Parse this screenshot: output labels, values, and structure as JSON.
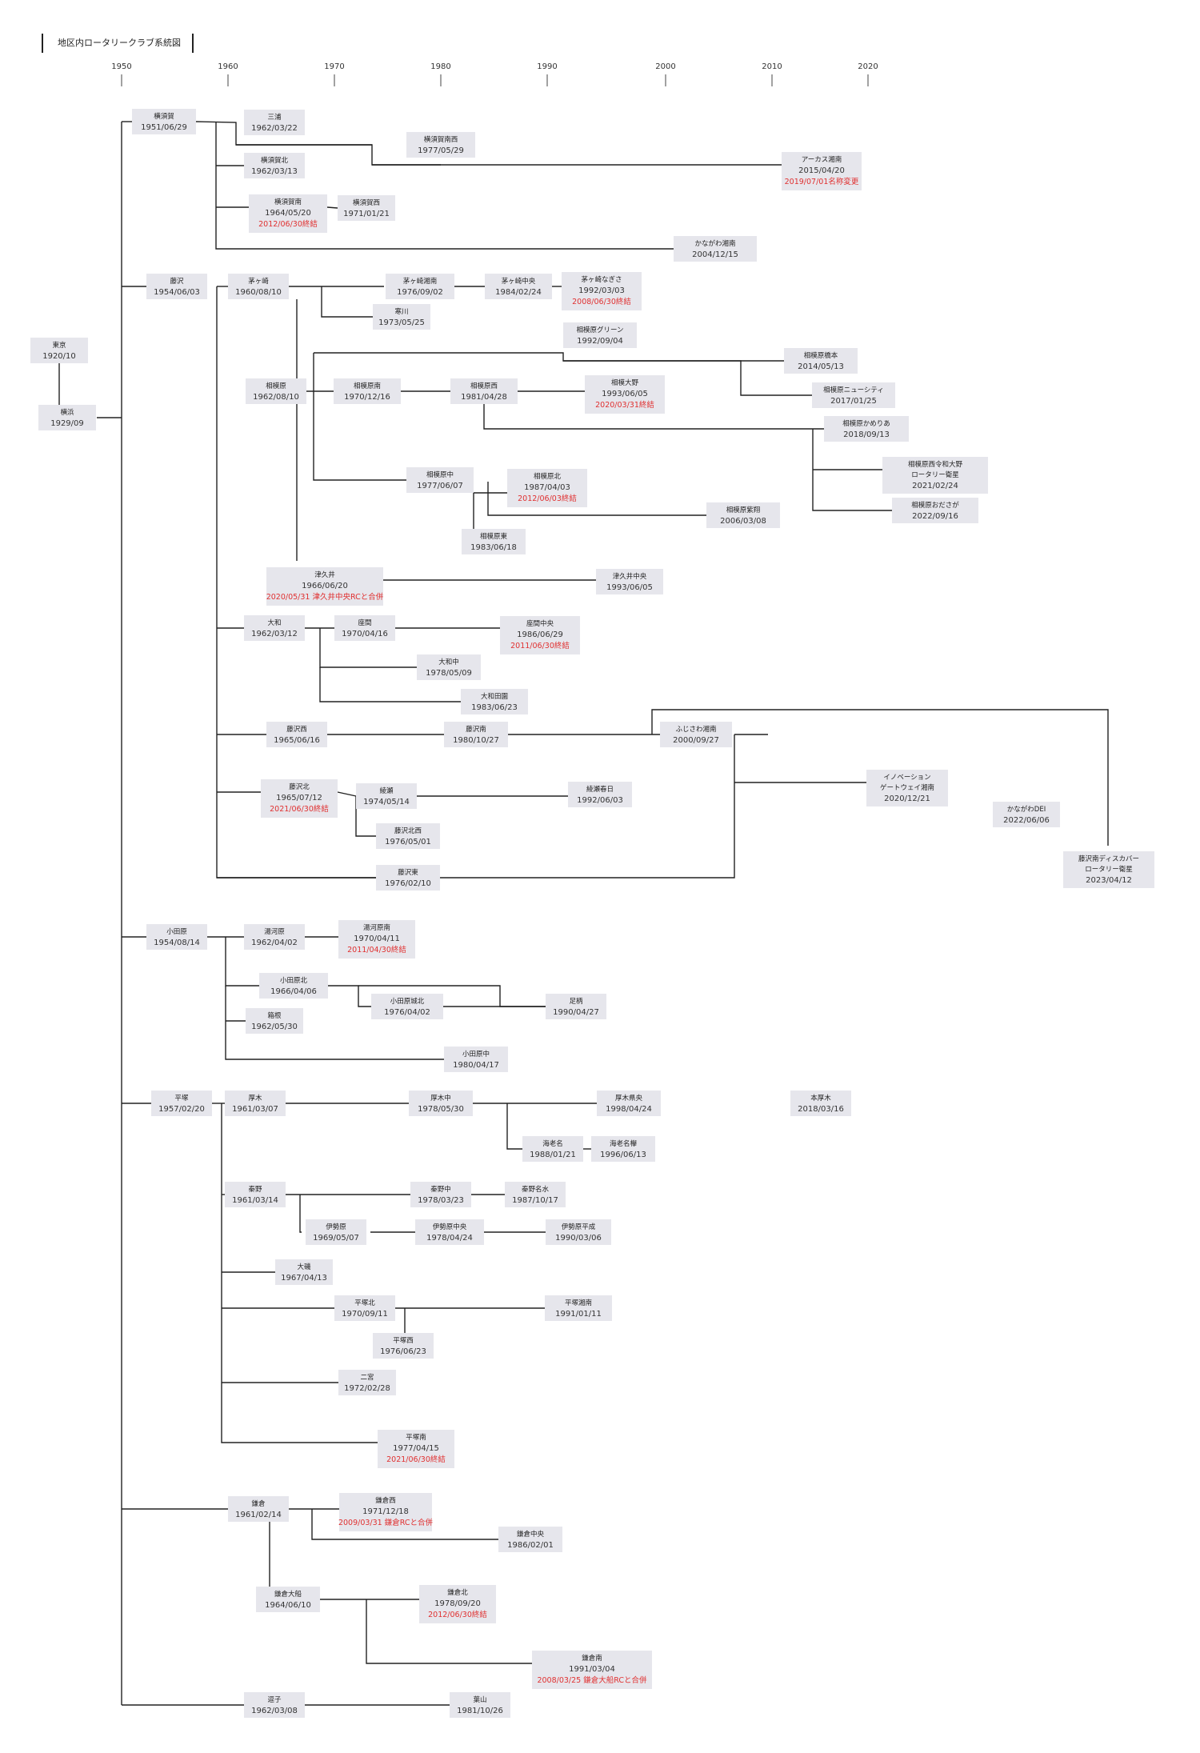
{
  "title": "地区内ロータリークラブ系統図",
  "axis": {
    "ticks": [
      1950,
      1960,
      1970,
      1980,
      1990,
      2000,
      2010,
      2020
    ]
  },
  "clubs": [
    {
      "id": "tokyo",
      "name": "東京",
      "date": "1920/10"
    },
    {
      "id": "yokohama",
      "name": "横浜",
      "date": "1929/09"
    },
    {
      "id": "yokosuka",
      "name": "横須賀",
      "date": "1951/06/29"
    },
    {
      "id": "miura",
      "name": "三浦",
      "date": "1962/03/22"
    },
    {
      "id": "yokosuka-minaminishi",
      "name": "横須賀南西",
      "date": "1977/05/29"
    },
    {
      "id": "earth-shonan",
      "name": "アーカス湘南",
      "date": "2015/04/20",
      "note": "2019/07/01名称変更"
    },
    {
      "id": "yokosuka-kita",
      "name": "横須賀北",
      "date": "1962/03/13"
    },
    {
      "id": "yokosuka-minami",
      "name": "横須賀南",
      "date": "1964/05/20",
      "note": "2012/06/30終結"
    },
    {
      "id": "yokosuka-nishi",
      "name": "横須賀西",
      "date": "1971/01/21"
    },
    {
      "id": "kanagawa-shonan",
      "name": "かながわ湘南",
      "date": "2004/12/15"
    },
    {
      "id": "fujisawa",
      "name": "藤沢",
      "date": "1954/06/03"
    },
    {
      "id": "chigasaki",
      "name": "茅ヶ崎",
      "date": "1960/08/10"
    },
    {
      "id": "chigasaki-shonan",
      "name": "茅ヶ崎湘南",
      "date": "1976/09/02"
    },
    {
      "id": "chigasaki-chuo",
      "name": "茅ヶ崎中央",
      "date": "1984/02/24"
    },
    {
      "id": "chigasaki-nagisa",
      "name": "茅ヶ崎なぎさ",
      "date": "1992/03/03",
      "note": "2008/06/30終結"
    },
    {
      "id": "samukawa",
      "name": "寒川",
      "date": "1973/05/25"
    },
    {
      "id": "sagamihara-green",
      "name": "相模原グリーン",
      "date": "1992/09/04"
    },
    {
      "id": "sagamihara-hashimoto",
      "name": "相模原橋本",
      "date": "2014/05/13"
    },
    {
      "id": "sagamihara-newcity",
      "name": "相模原ニューシティ",
      "date": "2017/01/25"
    },
    {
      "id": "sagamihara",
      "name": "相模原",
      "date": "1962/08/10"
    },
    {
      "id": "sagamihara-minami",
      "name": "相模原南",
      "date": "1970/12/16"
    },
    {
      "id": "sagamihara-nishi",
      "name": "相模原西",
      "date": "1981/04/28"
    },
    {
      "id": "sagami-ono",
      "name": "相模大野",
      "date": "1993/06/05",
      "note": "2020/03/31終結"
    },
    {
      "id": "sagamihara-kamiria",
      "name": "相模原かめりあ",
      "date": "2018/09/13"
    },
    {
      "id": "sagamihara-reiwa",
      "name": "相模原西令和大野",
      "name2": "ロータリー衛星",
      "date": "2021/02/24"
    },
    {
      "id": "sagamihara-odasaga",
      "name": "相模原おださが",
      "date": "2022/09/16"
    },
    {
      "id": "sagamihara-naka",
      "name": "相模原中",
      "date": "1977/06/07"
    },
    {
      "id": "sagamihara-kita",
      "name": "相模原北",
      "date": "1987/04/03",
      "note": "2012/06/03終結"
    },
    {
      "id": "sagamihara-shimizu",
      "name": "相模原紫翔",
      "date": "2006/03/08"
    },
    {
      "id": "sagamihara-higashi",
      "name": "相模原東",
      "date": "1983/06/18"
    },
    {
      "id": "tsukui",
      "name": "津久井",
      "date": "1966/06/20",
      "note": "2020/05/31 津久井中央RCと合併"
    },
    {
      "id": "tsukui-chuo",
      "name": "津久井中央",
      "date": "1993/06/05"
    },
    {
      "id": "yamato",
      "name": "大和",
      "date": "1962/03/12"
    },
    {
      "id": "zama",
      "name": "座間",
      "date": "1970/04/16"
    },
    {
      "id": "zama-chuo",
      "name": "座間中央",
      "date": "1986/06/29",
      "note": "2011/06/30終結"
    },
    {
      "id": "yamato-naka",
      "name": "大和中",
      "date": "1978/05/09"
    },
    {
      "id": "yamato-denen",
      "name": "大和田園",
      "date": "1983/06/23"
    },
    {
      "id": "fujisawa-nishi",
      "name": "藤沢西",
      "date": "1965/06/16"
    },
    {
      "id": "fujisawa-minami",
      "name": "藤沢南",
      "date": "1980/10/27"
    },
    {
      "id": "fujisawa-shonan",
      "name": "ふじさわ湘南",
      "date": "2000/09/27"
    },
    {
      "id": "innovation",
      "name": "イノベーション",
      "name2": "ゲートウェイ湘南",
      "date": "2020/12/21"
    },
    {
      "id": "kanagawa-dei",
      "name": "かながわDEI",
      "date": "2022/06/06"
    },
    {
      "id": "fujisawa-discovery",
      "name": "藤沢南ディスカバー",
      "name2": "ロータリー衛星",
      "date": "2023/04/12"
    },
    {
      "id": "fujisawa-kita",
      "name": "藤沢北",
      "date": "1965/07/12",
      "note": "2021/06/30終結"
    },
    {
      "id": "ayase",
      "name": "綾瀬",
      "date": "1974/05/14"
    },
    {
      "id": "ayase-kasuga",
      "name": "綾瀬春日",
      "date": "1992/06/03"
    },
    {
      "id": "fujisawa-kitanishi",
      "name": "藤沢北西",
      "date": "1976/05/01"
    },
    {
      "id": "fujisawa-higashi",
      "name": "藤沢東",
      "date": "1976/02/10"
    },
    {
      "id": "odawara",
      "name": "小田原",
      "date": "1954/08/14"
    },
    {
      "id": "yugawara",
      "name": "湯河原",
      "date": "1962/04/02"
    },
    {
      "id": "yugawara-minami",
      "name": "湯河原南",
      "date": "1970/04/11",
      "note": "2011/04/30終結"
    },
    {
      "id": "odawara-kita",
      "name": "小田原北",
      "date": "1966/04/06"
    },
    {
      "id": "odawara-johoku",
      "name": "小田原城北",
      "date": "1976/04/02"
    },
    {
      "id": "ashigara",
      "name": "足柄",
      "date": "1990/04/27"
    },
    {
      "id": "hakone",
      "name": "箱根",
      "date": "1962/05/30"
    },
    {
      "id": "odawara-naka",
      "name": "小田原中",
      "date": "1980/04/17"
    },
    {
      "id": "hiratsuka",
      "name": "平塚",
      "date": "1957/02/20"
    },
    {
      "id": "atsugi",
      "name": "厚木",
      "date": "1961/03/07"
    },
    {
      "id": "atsugi-naka",
      "name": "厚木中",
      "date": "1978/05/30"
    },
    {
      "id": "atsugi-ken-o",
      "name": "厚木県央",
      "date": "1998/04/24"
    },
    {
      "id": "hon-atsugi",
      "name": "本厚木",
      "date": "2018/03/16"
    },
    {
      "id": "ebina",
      "name": "海老名",
      "date": "1988/01/21"
    },
    {
      "id": "ebina-sagami",
      "name": "海老名欅",
      "date": "1996/06/13"
    },
    {
      "id": "hadano",
      "name": "秦野",
      "date": "1961/03/14"
    },
    {
      "id": "hadano-naka",
      "name": "秦野中",
      "date": "1978/03/23"
    },
    {
      "id": "hadano-meisui",
      "name": "秦野名水",
      "date": "1987/10/17"
    },
    {
      "id": "isehara",
      "name": "伊勢原",
      "date": "1969/05/07"
    },
    {
      "id": "isehara-chuo",
      "name": "伊勢原中央",
      "date": "1978/04/24"
    },
    {
      "id": "isehara-heisei",
      "name": "伊勢原平成",
      "date": "1990/03/06"
    },
    {
      "id": "oiso",
      "name": "大磯",
      "date": "1967/04/13"
    },
    {
      "id": "hiratsuka-kita",
      "name": "平塚北",
      "date": "1970/09/11"
    },
    {
      "id": "hiratsuka-shonan",
      "name": "平塚湘南",
      "date": "1991/01/11"
    },
    {
      "id": "hiratsuka-nishi",
      "name": "平塚西",
      "date": "1976/06/23"
    },
    {
      "id": "ninomiya",
      "name": "二宮",
      "date": "1972/02/28"
    },
    {
      "id": "hiratsuka-minami",
      "name": "平塚南",
      "date": "1977/04/15",
      "note": "2021/06/30終結"
    },
    {
      "id": "kamakura",
      "name": "鎌倉",
      "date": "1961/02/14"
    },
    {
      "id": "kamakura-nishi",
      "name": "鎌倉西",
      "date": "1971/12/18",
      "note": "2009/03/31 鎌倉RCと合併"
    },
    {
      "id": "kamakura-chuo",
      "name": "鎌倉中央",
      "date": "1986/02/01"
    },
    {
      "id": "kamakura-ofuna",
      "name": "鎌倉大船",
      "date": "1964/06/10"
    },
    {
      "id": "kamakura-kita",
      "name": "鎌倉北",
      "date": "1978/09/20",
      "note": "2012/06/30終結"
    },
    {
      "id": "kamakura-minami",
      "name": "鎌倉南",
      "date": "1991/03/04",
      "note": "2008/03/25 鎌倉大船RCと合併"
    },
    {
      "id": "zushi",
      "name": "逗子",
      "date": "1962/03/08"
    },
    {
      "id": "hayama",
      "name": "葉山",
      "date": "1981/10/26"
    }
  ]
}
